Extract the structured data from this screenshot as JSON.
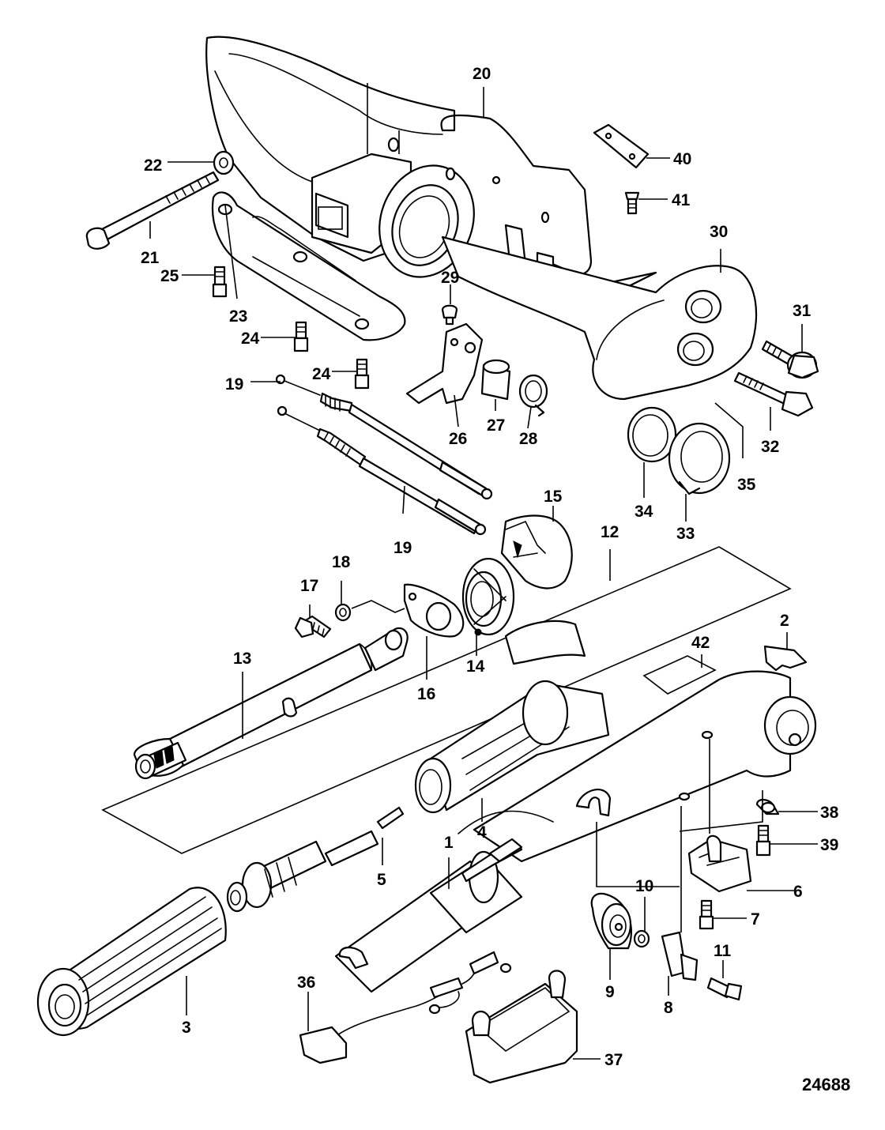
{
  "drawing_number": "24688",
  "callouts": [
    {
      "id": "c1",
      "text": "1"
    },
    {
      "id": "c2",
      "text": "2"
    },
    {
      "id": "c3",
      "text": "3"
    },
    {
      "id": "c4",
      "text": "4"
    },
    {
      "id": "c5",
      "text": "5"
    },
    {
      "id": "c6",
      "text": "6"
    },
    {
      "id": "c7",
      "text": "7"
    },
    {
      "id": "c8",
      "text": "8"
    },
    {
      "id": "c9",
      "text": "9"
    },
    {
      "id": "c10",
      "text": "10"
    },
    {
      "id": "c11",
      "text": "11"
    },
    {
      "id": "c12",
      "text": "12"
    },
    {
      "id": "c13",
      "text": "13"
    },
    {
      "id": "c14",
      "text": "14"
    },
    {
      "id": "c15",
      "text": "15"
    },
    {
      "id": "c16",
      "text": "16"
    },
    {
      "id": "c17",
      "text": "17"
    },
    {
      "id": "c18",
      "text": "18"
    },
    {
      "id": "c19a",
      "text": "19"
    },
    {
      "id": "c19b",
      "text": "19"
    },
    {
      "id": "c20",
      "text": "20"
    },
    {
      "id": "c21",
      "text": "21"
    },
    {
      "id": "c22",
      "text": "22"
    },
    {
      "id": "c23",
      "text": "23"
    },
    {
      "id": "c24a",
      "text": "24"
    },
    {
      "id": "c24b",
      "text": "24"
    },
    {
      "id": "c25",
      "text": "25"
    },
    {
      "id": "c26",
      "text": "26"
    },
    {
      "id": "c27",
      "text": "27"
    },
    {
      "id": "c28",
      "text": "28"
    },
    {
      "id": "c29",
      "text": "29"
    },
    {
      "id": "c30",
      "text": "30"
    },
    {
      "id": "c31",
      "text": "31"
    },
    {
      "id": "c32",
      "text": "32"
    },
    {
      "id": "c33",
      "text": "33"
    },
    {
      "id": "c34",
      "text": "34"
    },
    {
      "id": "c35",
      "text": "35"
    },
    {
      "id": "c36",
      "text": "36"
    },
    {
      "id": "c37",
      "text": "37"
    },
    {
      "id": "c38",
      "text": "38"
    },
    {
      "id": "c39",
      "text": "39"
    },
    {
      "id": "c40",
      "text": "40"
    },
    {
      "id": "c41",
      "text": "41"
    },
    {
      "id": "c42",
      "text": "42"
    }
  ]
}
